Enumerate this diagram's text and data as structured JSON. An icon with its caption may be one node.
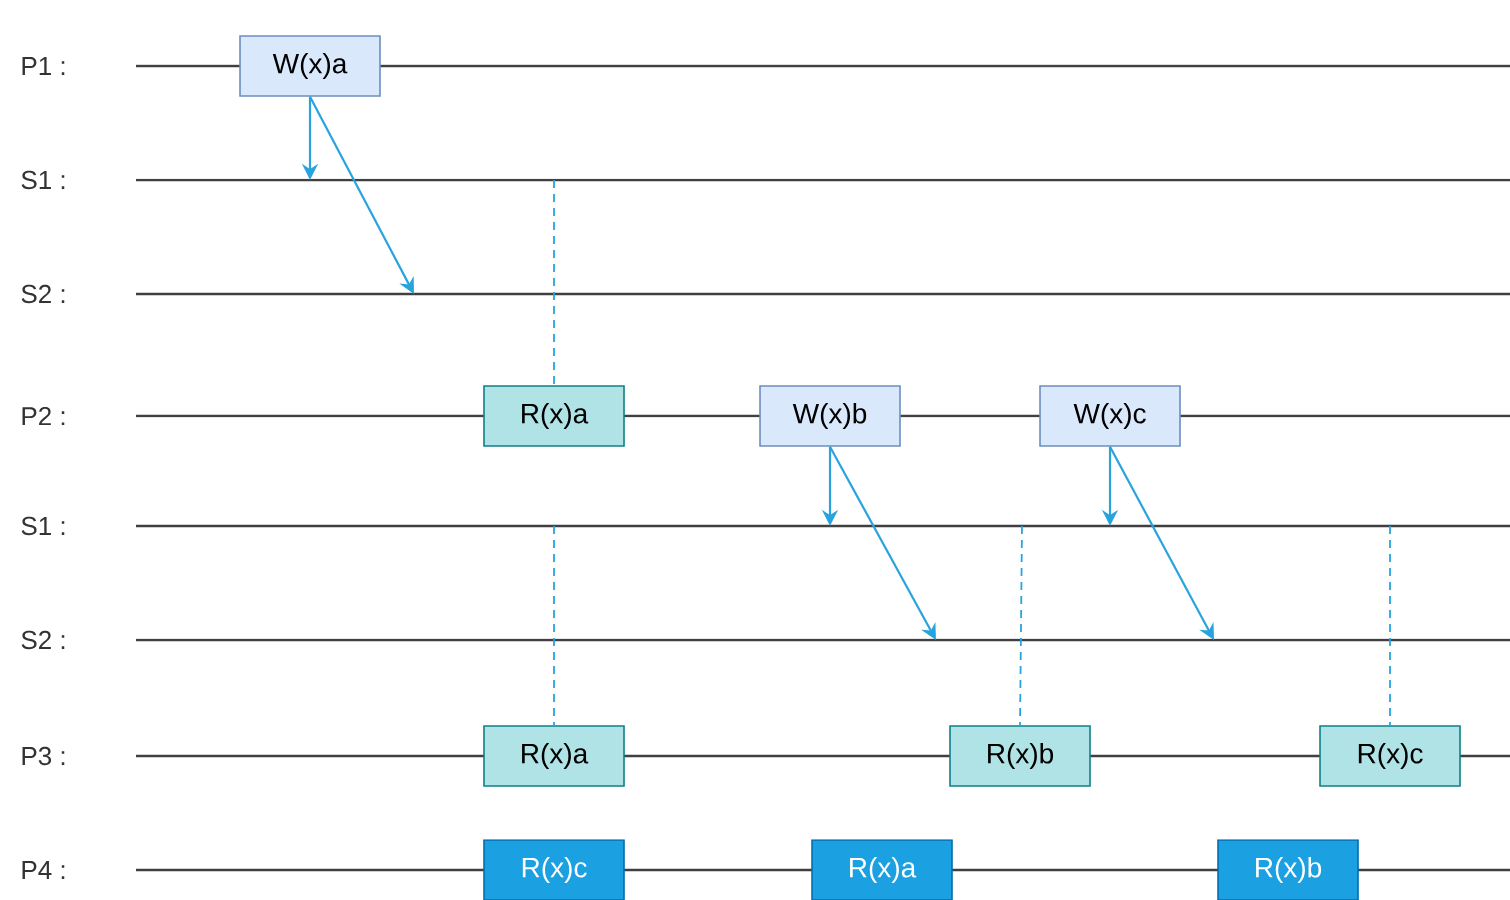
{
  "diagram": {
    "nodes": [
      {
        "text": [
          "W(x)a"
        ]
      },
      {
        "text": [
          "R(x)a"
        ]
      },
      {
        "text": [
          "W(x)b"
        ]
      },
      {
        "text": [
          "W(x)c"
        ]
      },
      {
        "text": [
          "R(x)a"
        ]
      },
      {
        "text": [
          "R(x)b"
        ]
      },
      {
        "text": [
          "R(x)c"
        ]
      },
      {
        "text": [
          "R(x)c"
        ]
      },
      {
        "text": [
          "R(x)a"
        ]
      },
      {
        "text": [
          "R(x)b"
        ]
      }
    ],
    "edges": [
      {
        "from": 0,
        "to": null,
        "arrow": "to"
      },
      {
        "from": 0,
        "to": null,
        "arrow": "to"
      },
      {
        "from": null,
        "to": 1,
        "arrow": "none",
        "style": "dashed"
      },
      {
        "from": 2,
        "to": null,
        "arrow": "to"
      },
      {
        "from": 2,
        "to": null,
        "arrow": "to"
      },
      {
        "from": 3,
        "to": null,
        "arrow": "to"
      },
      {
        "from": 3,
        "to": null,
        "arrow": "to"
      },
      {
        "from": null,
        "to": 4,
        "arrow": "none",
        "style": "dashed"
      },
      {
        "from": null,
        "to": 5,
        "arrow": "none",
        "style": "dashed"
      },
      {
        "from": null,
        "to": 6,
        "arrow": "none",
        "style": "dashed"
      }
    ],
    "labels": [
      "P1 :",
      "S1 :",
      "S2 :",
      "P2 :",
      "S1 :",
      "S2 :",
      "P3 :",
      "P4 :"
    ]
  }
}
